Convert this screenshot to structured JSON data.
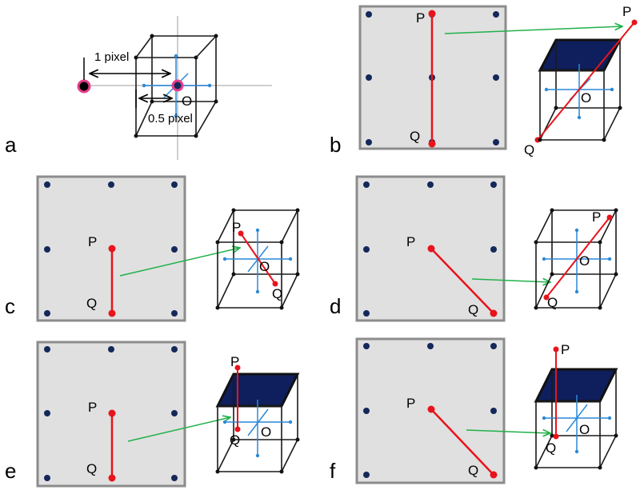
{
  "colors": {
    "square_fill": "#e0e0e0",
    "square_stroke": "#8c8c8c",
    "grid_dot": "#14285a",
    "red": "#e8141c",
    "green": "#20b14a",
    "blue_cross": "#2b89d6",
    "dark_face": "#0f1e5c",
    "magenta": "#e83e8c",
    "axis_gray": "#cfcfcf"
  },
  "panels": [
    {
      "id": "a",
      "label": "a",
      "annotations": {
        "one_pixel": "1 pixel",
        "half_pixel": "0.5 pixel"
      },
      "point_labels": {
        "O": "O"
      }
    },
    {
      "id": "b",
      "label": "b",
      "top_face_filled": true,
      "point_labels": {
        "P": "P",
        "Q": "Q",
        "O": "O"
      }
    },
    {
      "id": "c",
      "label": "c",
      "top_face_filled": false,
      "point_labels": {
        "P": "P",
        "Q": "Q",
        "O": "O"
      }
    },
    {
      "id": "d",
      "label": "d",
      "top_face_filled": false,
      "point_labels": {
        "P": "P",
        "Q": "Q",
        "O": "O"
      }
    },
    {
      "id": "e",
      "label": "e",
      "top_face_filled": true,
      "point_labels": {
        "P": "P",
        "Q": "Q",
        "O": "O"
      }
    },
    {
      "id": "f",
      "label": "f",
      "top_face_filled": true,
      "point_labels": {
        "P": "P",
        "Q": "Q",
        "O": "O"
      }
    }
  ]
}
